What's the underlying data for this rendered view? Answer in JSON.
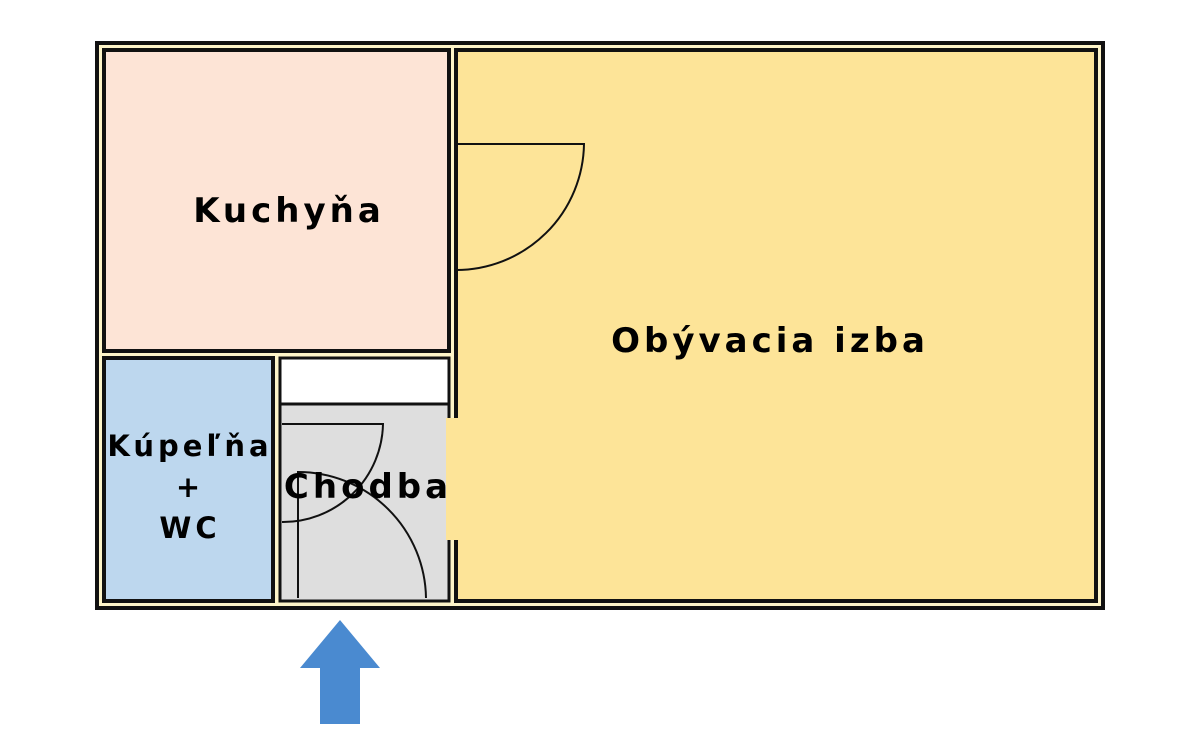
{
  "rooms": {
    "kitchen": {
      "label": "Kuchyňa",
      "color": "#fde4d6"
    },
    "living": {
      "label": "Obývacia izba",
      "color": "#fde498"
    },
    "bathroom": {
      "label_line1": "Kúpeľňa",
      "label_line2": "+",
      "label_line3": "WC",
      "color": "#bdd7ee"
    },
    "hallway": {
      "label": "Chodba",
      "color": "#dedede"
    }
  },
  "colors": {
    "wall": "#111111",
    "wall_fill": "#fdf4c8",
    "entrance_arrow": "#4a8ad0"
  }
}
